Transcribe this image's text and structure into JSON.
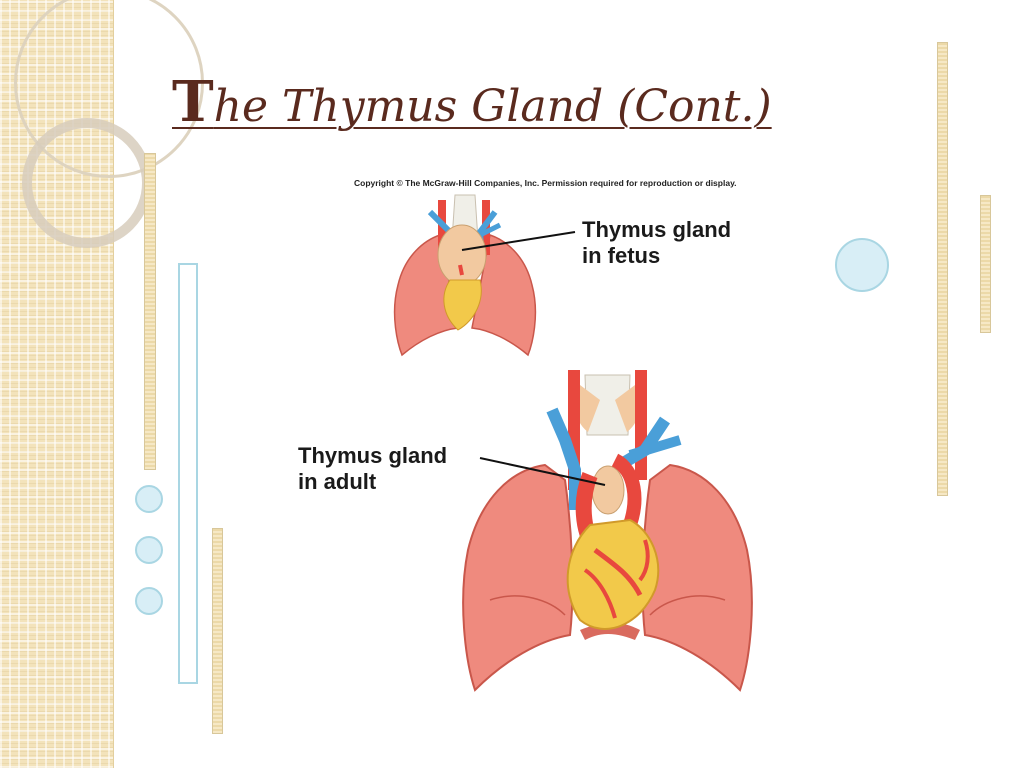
{
  "slide": {
    "title_initial": "T",
    "title_rest": "he Thymus Gland (Cont.)"
  },
  "figure": {
    "copyright": "Copyright © The McGraw-Hill Companies, Inc. Permission required for reproduction or display.",
    "fetus_label_line1": "Thymus gland",
    "fetus_label_line2": "in fetus",
    "adult_label_line1": "Thymus gland",
    "adult_label_line2": "in adult"
  },
  "colors": {
    "title": "#5a2a1e",
    "accent_blue": "#a9d6e3",
    "plaid": "#f3e3bb"
  }
}
